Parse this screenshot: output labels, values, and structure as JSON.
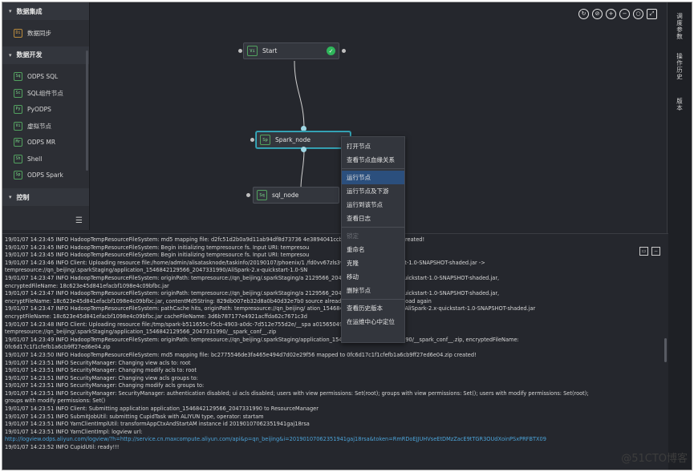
{
  "sidebar": {
    "sections": [
      {
        "title": "数据集成",
        "items": [
          {
            "label": "数据同步",
            "icon": "Di"
          }
        ]
      },
      {
        "title": "数据开发",
        "items": [
          {
            "label": "ODPS SQL",
            "icon": "Sq"
          },
          {
            "label": "SQL组件节点",
            "icon": "Sc"
          },
          {
            "label": "PyODPS",
            "icon": "Py"
          },
          {
            "label": "虚拟节点",
            "icon": "Vi"
          },
          {
            "label": "ODPS MR",
            "icon": "Mr"
          },
          {
            "label": "Shell",
            "icon": "Sh"
          },
          {
            "label": "ODPS Spark",
            "icon": "Sp"
          }
        ]
      },
      {
        "title": "控制",
        "items": []
      }
    ]
  },
  "toolbar": {
    "icons": [
      "refresh-icon",
      "fit-icon",
      "zoom-in-icon",
      "zoom-out-icon",
      "search-icon",
      "fullscreen-icon"
    ]
  },
  "nodes": {
    "start": {
      "label": "Start",
      "icon": "Vi"
    },
    "spark": {
      "label": "Spark_node",
      "icon": "Sp"
    },
    "sql": {
      "label": "sql_node",
      "icon": "Sq"
    }
  },
  "right_tabs": [
    "调度参数",
    "操作历史",
    "版本"
  ],
  "context_menu": {
    "group1": [
      "打开节点",
      "查看节点血缘关系"
    ],
    "group2": [
      "运行节点",
      "运行节点及下游",
      "运行到该节点",
      "查看日志"
    ],
    "group3": [
      "锁定",
      "重命名",
      "克隆",
      "移动",
      "删除节点"
    ],
    "group4": [
      "查看历史版本",
      "在运维中心中定位"
    ]
  },
  "log_lines": [
    "19/01/07 14:23:45 INFO HadoopTempResourceFileSystem: md5 mapping file: d2fc51d2b0a9d11ab94df8d73736                    4e3894041ccb116b299e07/0d4d.zip created!",
    "19/01/07 14:23:45 INFO HadoopTempResourceFileSystem: Begin initializing tempresource fs. Input URI: tempresou",
    "19/01/07 14:23:45 INFO HadoopTempResourceFileSystem: Begin initializing tempresource fs. Input URI: tempresou",
    "19/01/07 14:23:46 INFO Client: Uploading resource file:/home/admin/alisatasknode/taskinfo/20190107/phoenix/1     /fd0vv67zls3vi/AliSpark-2.x-quickstart-1.0-SNAPSHOT-shaded.jar ->",
    "tempresource://qn_beijing/.sparkStaging/application_1546842129566_2047331990/AliSpark-2.x-quickstart-1.0-SN",
    "19/01/07 14:23:47 INFO HadoopTempResourceFileSystem: originPath: tempresource://qn_beijing/.sparkStaging/a     2129566_2047331990/AliSpark-2.x-quickstart-1.0-SNAPSHOT-shaded.jar,",
    "encryptedFileName: 18c623e45d841efacbf1098e4c09bfbc.jar",
    "19/01/07 14:23:47 INFO HadoopTempResourceFileSystem: originPath: tempresource://qn_beijing/.sparkStaging/a     2129566_2047331990/AliSpark-2.x-quickstart-1.0-SNAPSHOT-shaded.jar,",
    "encryptFileName: 18c623e45d841efacbf1098e4c09bfbc.jar, contentMd5String: 829db007eb32d8a0b40d32e7b0      source already existed no need to upload again",
    "19/01/07 14:23:47 INFO HadoopTempResourceFileSystem: pathCache hits, originPath: tempresource://qn_beijing/     ation_1546842129566_2047331990/AliSpark-2.x-quickstart-1.0-SNAPSHOT-shaded.jar",
    "encryptFileName: 18c623e45d841efacbf1098e4c09bfbc.jar cacheFileName: 3d6b787177e4921acffda62c7671c3d",
    "19/01/07 14:23:48 INFO Client: Uploading resource file:/tmp/spark-b511655c-f5cb-4903-a0dc-7d512e755d2e/__spa     a015650498.zip ->",
    "tempresource://qn_beijing/.sparkStaging/application_1546842129566_2047331990/__spark_conf__.zip",
    "19/01/07 14:23:49 INFO HadoopTempResourceFileSystem: originPath: tempresource://qn_beijing/.sparkStaging/application_1546842129566_2047331990/__spark_conf__.zip, encryptedFileName:",
    "0fc6d17c1f1cfefb1a6cb9ff27ed6e04.zip",
    "19/01/07 14:23:50 INFO HadoopTempResourceFileSystem: md5 mapping file: bc2775546de3fa465e494d7d02e29f56 mapped to 0fc6d17c1f1cfefb1a6cb9ff27ed6e04.zip created!",
    "19/01/07 14:23:51 INFO SecurityManager: Changing view acls to: root",
    "19/01/07 14:23:51 INFO SecurityManager: Changing modify acls to: root",
    "19/01/07 14:23:51 INFO SecurityManager: Changing view acls groups to:",
    "19/01/07 14:23:51 INFO SecurityManager: Changing modify acls groups to:",
    "19/01/07 14:23:51 INFO SecurityManager: SecurityManager: authentication disabled; ui acls disabled; users with view permissions: Set(root); groups with view permissions: Set(); users with modify permissions: Set(root);",
    "groups with modify permissions: Set()",
    "19/01/07 14:23:51 INFO Client: Submitting application application_1546842129566_2047331990 to ResourceManager",
    "19/01/07 14:23:51 INFO SubmitJobUtil: submitting CupidTask with ALIYUN type, operator: startam",
    "19/01/07 14:23:51 INFO YarnClientImplUtil: transformAppCtxAndStartAM instance id 20190107062351941gaj18rsa",
    "19/01/07 14:23:51 INFO YarnClientImpl: logview url:",
    "http://logview.odps.aliyun.com/logview/?h=http://service.cn.maxcompute.aliyun.com/api&p=qn_beijing&i=20190107062351941gaj18rsa&token=RmRDoEJJUHVseEtDMzZacE9tTGR3OUdXoinPSxPRFBTX09",
    "19/01/07 14:23:52 INFO CupidUtil: ready!!!"
  ],
  "watermark": "@51CTO博客"
}
